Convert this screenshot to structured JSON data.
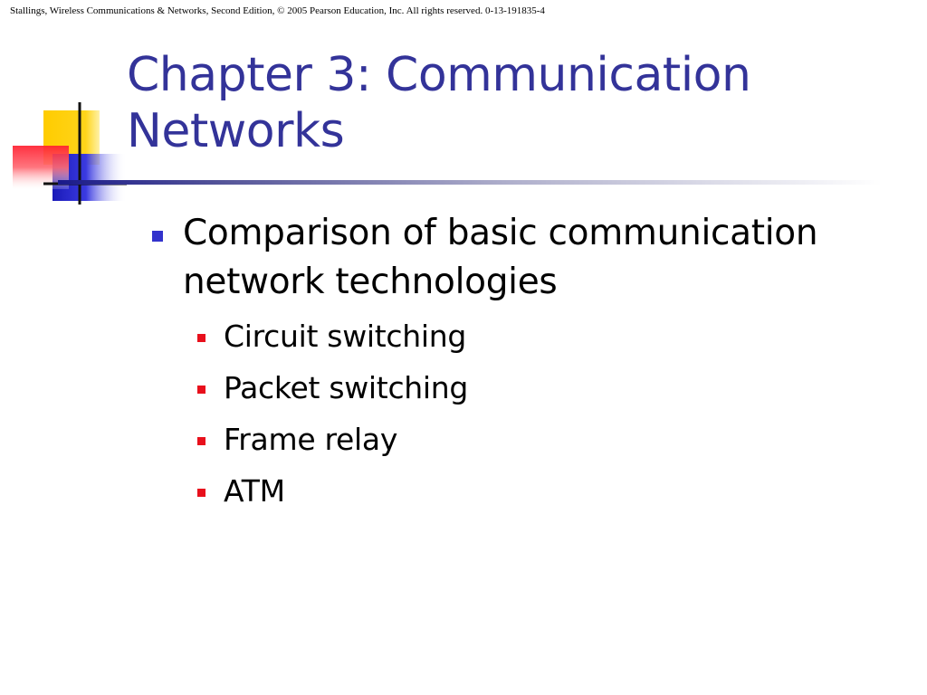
{
  "slide": {
    "copyright": "Stallings, Wireless Communications & Networks, Second Edition, © 2005 Pearson Education, Inc. All rights reserved. 0-13-191835-4",
    "title_line1": "Chapter 3: Communication",
    "title_line2": "Networks",
    "bullet_main": "Comparison of basic communication network technologies",
    "sub_bullets": [
      "Circuit switching",
      "Packet switching",
      "Frame relay",
      "ATM"
    ]
  },
  "colors": {
    "title": "#333399",
    "bullet_level1": "#3333cc",
    "bullet_level2": "#e8101c",
    "logo_yellow": "#ffcc00",
    "logo_blue": "#2222cc",
    "logo_red": "#ff3344"
  }
}
